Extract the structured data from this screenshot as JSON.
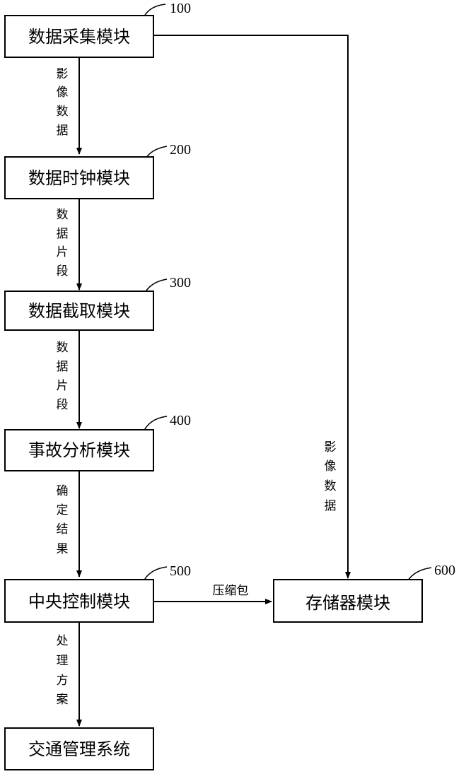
{
  "diagram": {
    "nodes": [
      {
        "id": "n100",
        "label": "数据采集模块",
        "ref": "100"
      },
      {
        "id": "n200",
        "label": "数据时钟模块",
        "ref": "200"
      },
      {
        "id": "n300",
        "label": "数据截取模块",
        "ref": "300"
      },
      {
        "id": "n400",
        "label": "事故分析模块",
        "ref": "400"
      },
      {
        "id": "n500",
        "label": "中央控制模块",
        "ref": "500"
      },
      {
        "id": "n600",
        "label": "存储器模块",
        "ref": "600"
      },
      {
        "id": "nsys",
        "label": "交通管理系统"
      }
    ],
    "edges": [
      {
        "from": "数据采集模块",
        "to": "数据时钟模块",
        "label": [
          "影",
          "像",
          "数",
          "据"
        ]
      },
      {
        "from": "数据时钟模块",
        "to": "数据截取模块",
        "label": [
          "数",
          "据",
          "片",
          "段"
        ]
      },
      {
        "from": "数据截取模块",
        "to": "事故分析模块",
        "label": [
          "数",
          "据",
          "片",
          "段"
        ]
      },
      {
        "from": "事故分析模块",
        "to": "中央控制模块",
        "label": [
          "确",
          "定",
          "结",
          "果"
        ]
      },
      {
        "from": "中央控制模块",
        "to": "交通管理系统",
        "label": [
          "处",
          "理",
          "方",
          "案"
        ]
      },
      {
        "from": "数据采集模块",
        "to": "存储器模块",
        "label": [
          "影",
          "像",
          "数",
          "据"
        ]
      },
      {
        "from": "中央控制模块",
        "to": "存储器模块",
        "label": [
          "压缩包"
        ]
      }
    ]
  }
}
